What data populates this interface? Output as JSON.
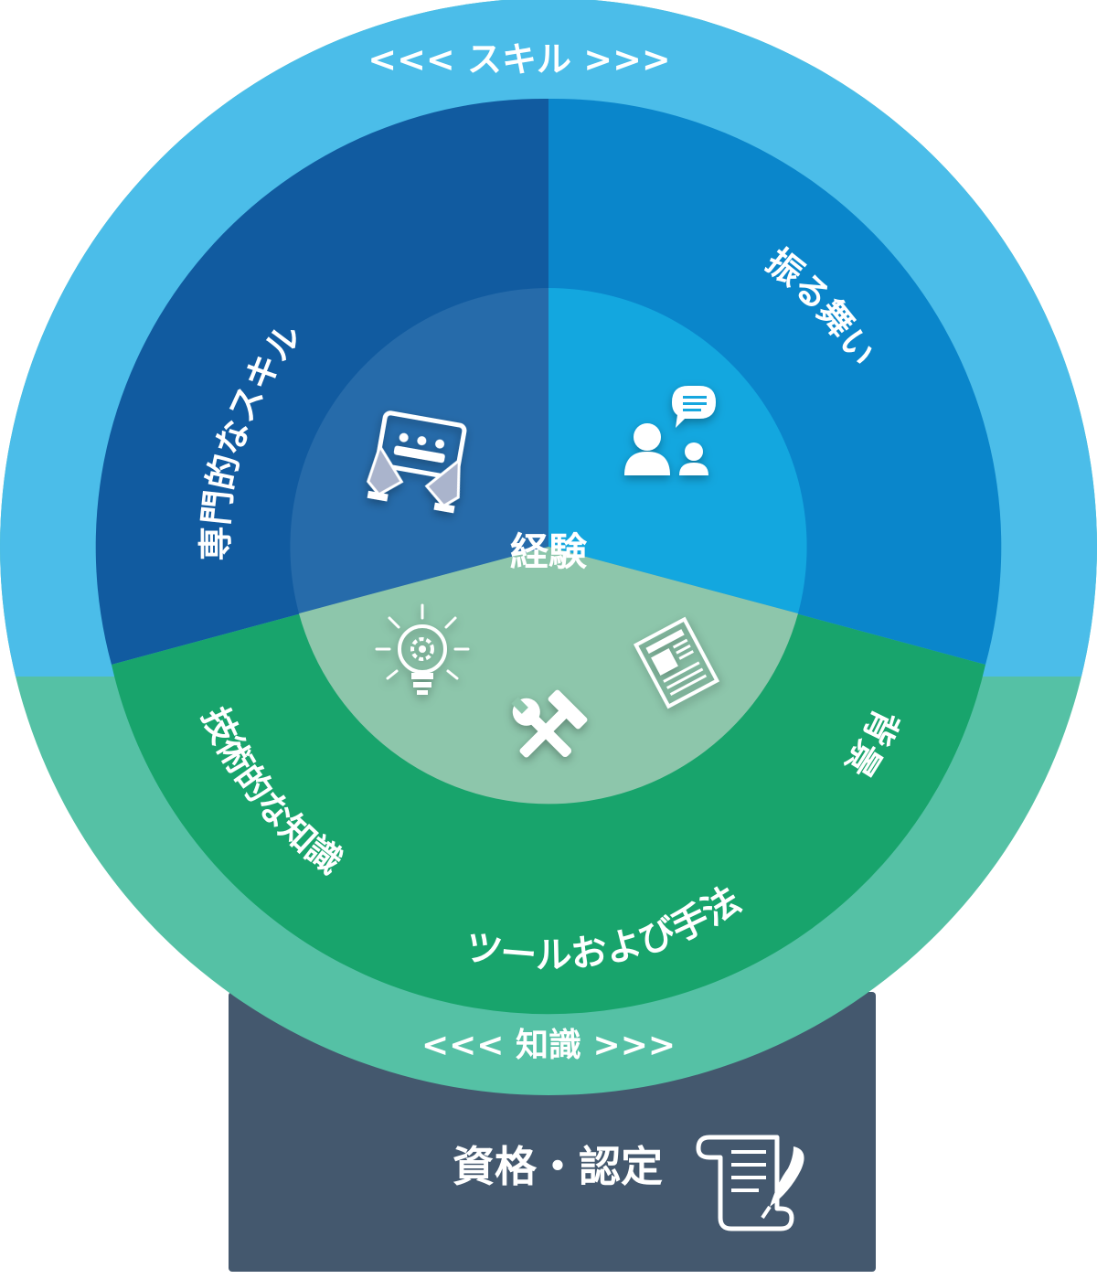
{
  "outer_ring": {
    "top_label": "<<< スキル >>>",
    "bottom_label": "<<< 知識 >>>"
  },
  "segments": {
    "specialized_skills": "専門的なスキル",
    "behavior": "振る舞い",
    "technical_knowledge": "技術的な知識",
    "background": "背景",
    "tools_methods": "ツールおよび手法"
  },
  "center": {
    "label": "経験"
  },
  "base": {
    "label": "資格・認定"
  },
  "icons": [
    "tablet-hands-icon",
    "people-chat-icon",
    "lightbulb-gear-icon",
    "newspaper-icon",
    "hammer-wrench-icon",
    "certificate-scroll-icon"
  ],
  "colors": {
    "skill_ring": "#4bbde9",
    "knowledge_ring": "#55c1a5",
    "specialized_skills": "#115ba0",
    "behavior": "#0a86cb",
    "knowledge_band": "#18a46c",
    "center_left": "#266baa",
    "center_right": "#13a7df",
    "center_bottom": "#8dc6ab",
    "base": "#44586e"
  }
}
